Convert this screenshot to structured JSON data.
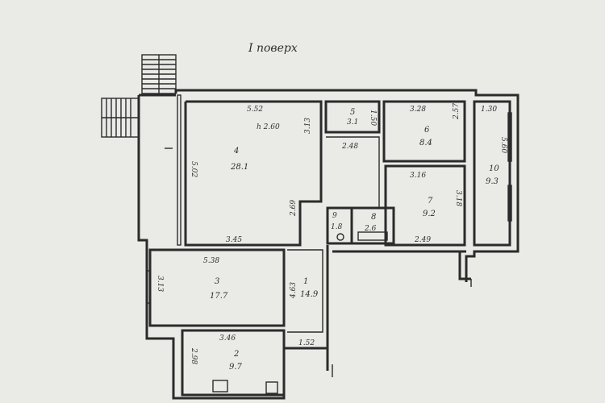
{
  "plan": {
    "title": "I поверх",
    "ceiling_height": "h 2.60",
    "rooms": [
      {
        "id": "r4",
        "number": "4",
        "area": "28.1",
        "dim_top": "5.52",
        "dim_left": "5.02",
        "dim_right": "3.13",
        "dim_right2": "2.69",
        "dim_bottom": "3.45"
      },
      {
        "id": "r5",
        "number": "5",
        "area": "3.1",
        "dim_top": "1.50"
      },
      {
        "id": "r6",
        "number": "6",
        "area": "8.4",
        "dim_top": "3.28",
        "dim_right": "2.57"
      },
      {
        "id": "r10",
        "number": "10",
        "area": "9.3",
        "dim_top": "1.30",
        "dim_right": "5.60"
      },
      {
        "id": "r7",
        "number": "7",
        "area": "9.2",
        "dim_top": "3.16",
        "dim_right": "3.18",
        "dim_bottom": "2.49"
      },
      {
        "id": "r8",
        "number": "8",
        "area": "2.6"
      },
      {
        "id": "r9",
        "number": "9",
        "area": "1.8"
      },
      {
        "id": "r3",
        "number": "3",
        "area": "17.7",
        "dim_top": "5.38",
        "dim_left": "3.13"
      },
      {
        "id": "r1",
        "number": "1",
        "area": "14.9",
        "dim_left": "4.63"
      },
      {
        "id": "r2",
        "number": "2",
        "area": "9.7",
        "dim_top": "3.46",
        "dim_left": "2.98"
      }
    ],
    "corridor_dim": "2.48",
    "door_dim": "1.52"
  }
}
